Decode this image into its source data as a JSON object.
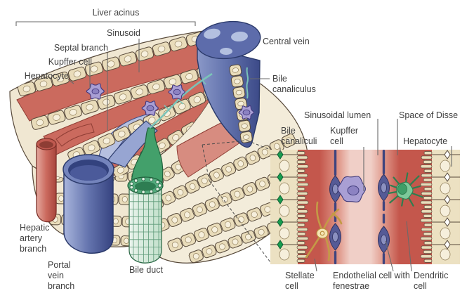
{
  "figure": {
    "main": {
      "labels": {
        "liver_acinus": "Liver acinus",
        "sinusoid": "Sinusoid",
        "septal_branch": "Septal branch",
        "kupffer_cell": "Kupffer cell",
        "hepatocyte": "Hepatocyte",
        "central_vein": "Central vein",
        "bile_canaliculus": "Bile canaliculus",
        "hepatic_artery_branch": "Hepatic artery branch",
        "portal_vein_branch": "Portal vein branch",
        "bile_duct": "Bile duct"
      }
    },
    "inset": {
      "labels": {
        "bile_canaliculi": "Bile canaliculi",
        "kupffer_cell": "Kupffer cell",
        "sinusoidal_lumen": "Sinusoidal lumen",
        "space_of_disse": "Space of Disse",
        "hepatocyte": "Hepatocyte",
        "stellate_cell": "Stellate cell",
        "endothelial_cell": "Endothelial cell with fenestrae",
        "dendritic_cell": "Dendritic cell"
      }
    },
    "colors": {
      "background": "#ffffff",
      "text": "#3f3f3f",
      "leader": "#6a6a6a",
      "hepatocyte_fill": "#e9dcba",
      "hepatocyte_nucleus": "#f6efdc",
      "outline_brown": "#57493a",
      "sinusoid_red": "#cb6a5e",
      "vein_blue_dark": "#3c4a88",
      "vein_blue_light": "#a9b5dc",
      "artery_red": "#b44c42",
      "bile_green": "#43a06b",
      "bile_duct_light": "#cfe8d6",
      "kupffer_purple": "#a99fd4",
      "endothelial_blue": "#555a96",
      "stellate_yellow": "#f5e5b4",
      "dendritic_green": "#7cc99a",
      "canaliculus_teal": "#7ac4b8",
      "disse_red": "#c4574c",
      "lumen_pink": "#f0cfc7",
      "diamond_green": "#179e4f"
    }
  }
}
